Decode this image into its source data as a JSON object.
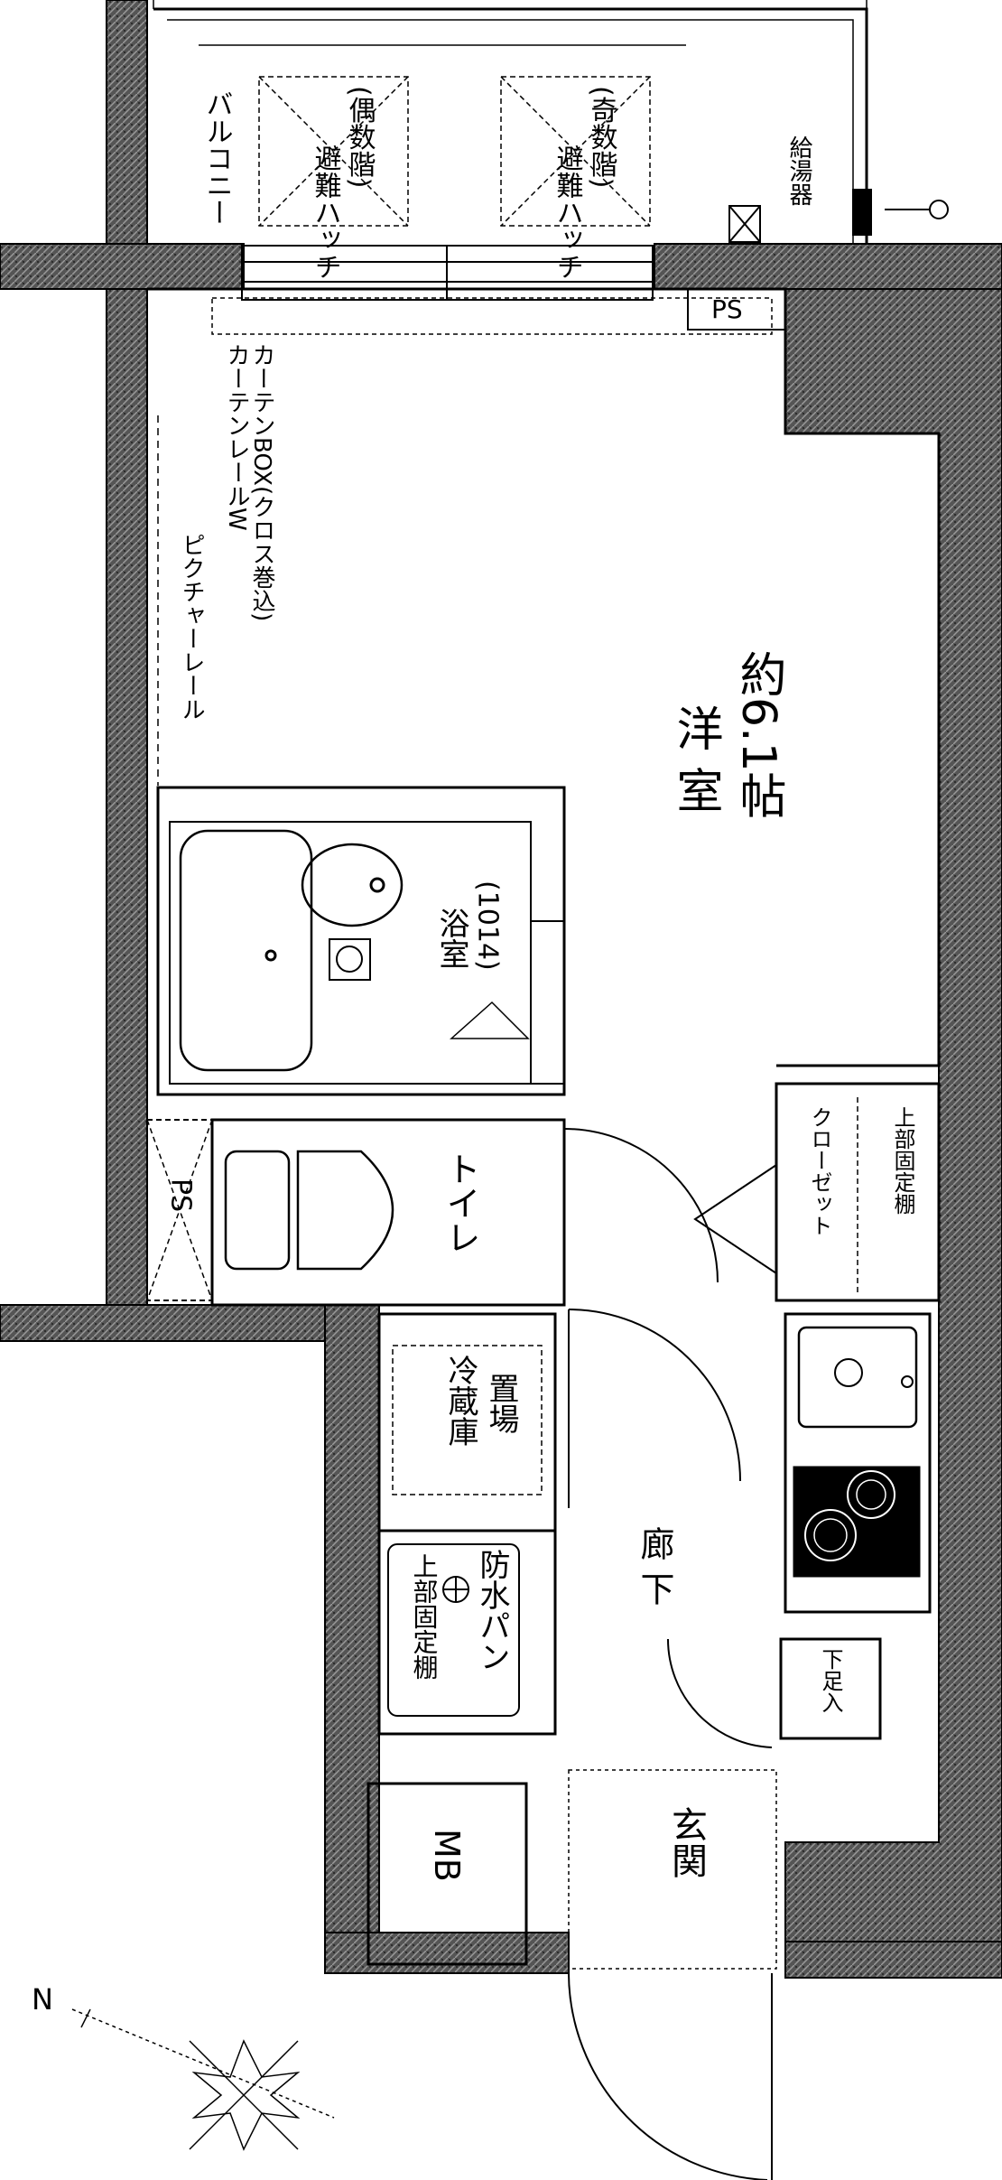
{
  "labels": {
    "balcony": "バルコニー",
    "hatch_even_1": "避難ハッチ",
    "hatch_even_2": "(偶数階)",
    "hatch_odd_1": "避難ハッチ",
    "hatch_odd_2": "(奇数階)",
    "water_heater": "給湯器",
    "ps_top": "PS",
    "curtain_1": "カーテンレールW",
    "curtain_2": "カーテンBOX(クロス巻込)",
    "picture_rail": "ピクチャーレール",
    "western_room": "洋 室",
    "room_size": "約6.1帖",
    "bath_1": "浴室",
    "bath_2": "(1014)",
    "toilet": "トイレ",
    "ps_left": "PS",
    "closet": "クローゼット",
    "closet_shelf": "上部固定棚",
    "fridge_1": "冷蔵庫",
    "fridge_2": "置場",
    "laundry_shelf": "上部固定棚",
    "laundry_pan": "防水パン",
    "hallway": "廊 下",
    "shoe_box": "下足入",
    "entrance": "玄関",
    "mb": "MB",
    "north": "N"
  }
}
